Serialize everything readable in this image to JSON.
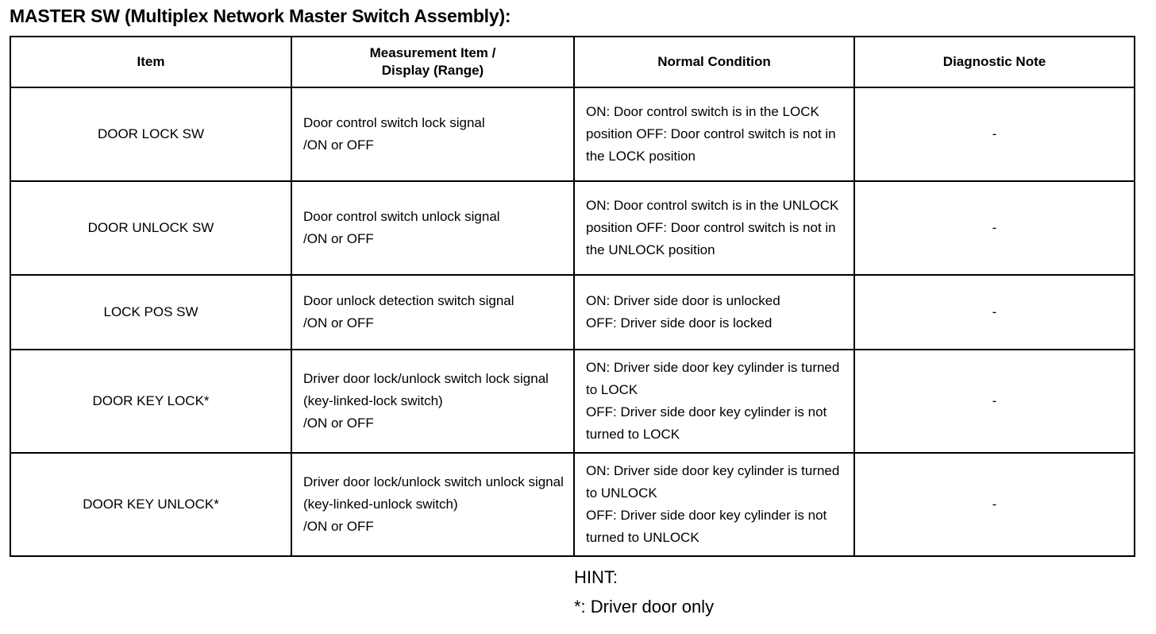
{
  "document": {
    "title": "MASTER SW (Multiplex Network Master Switch Assembly):"
  },
  "table": {
    "headers": [
      "Item",
      "Measurement Item /\nDisplay (Range)",
      "Normal Condition",
      "Diagnostic Note"
    ],
    "rows": [
      {
        "item": "DOOR LOCK SW",
        "measurement": "Door control switch lock signal\n/ON or OFF",
        "normal_condition": "ON: Door control switch is in the LOCK position\nOFF: Door control switch is not in the LOCK position",
        "diagnostic_note": "-"
      },
      {
        "item": "DOOR UNLOCK SW",
        "measurement": "Door control switch unlock signal\n/ON or OFF",
        "normal_condition": "ON: Door control switch is in the UNLOCK position\nOFF: Door control switch is not in the UNLOCK position",
        "diagnostic_note": "-"
      },
      {
        "item": "LOCK POS SW",
        "measurement": "Door unlock detection switch signal\n/ON or OFF",
        "normal_condition": "ON: Driver side door is unlocked\nOFF: Driver side door is locked",
        "diagnostic_note": "-"
      },
      {
        "item": "DOOR KEY LOCK*",
        "measurement": "Driver door lock/unlock switch lock signal (key-linked-lock switch)\n/ON or OFF",
        "normal_condition": "ON: Driver side door key cylinder is turned to LOCK\nOFF: Driver side door key cylinder is not turned to LOCK",
        "diagnostic_note": "-"
      },
      {
        "item": "DOOR KEY UNLOCK*",
        "measurement": "Driver door lock/unlock switch unlock signal (key-linked-unlock switch)\n/ON or OFF",
        "normal_condition": "ON: Driver side door key cylinder is turned to UNLOCK\nOFF: Driver side door key cylinder is not turned to UNLOCK",
        "diagnostic_note": "-"
      }
    ]
  },
  "hint": {
    "label": "HINT:",
    "note": "*: Driver door only"
  }
}
